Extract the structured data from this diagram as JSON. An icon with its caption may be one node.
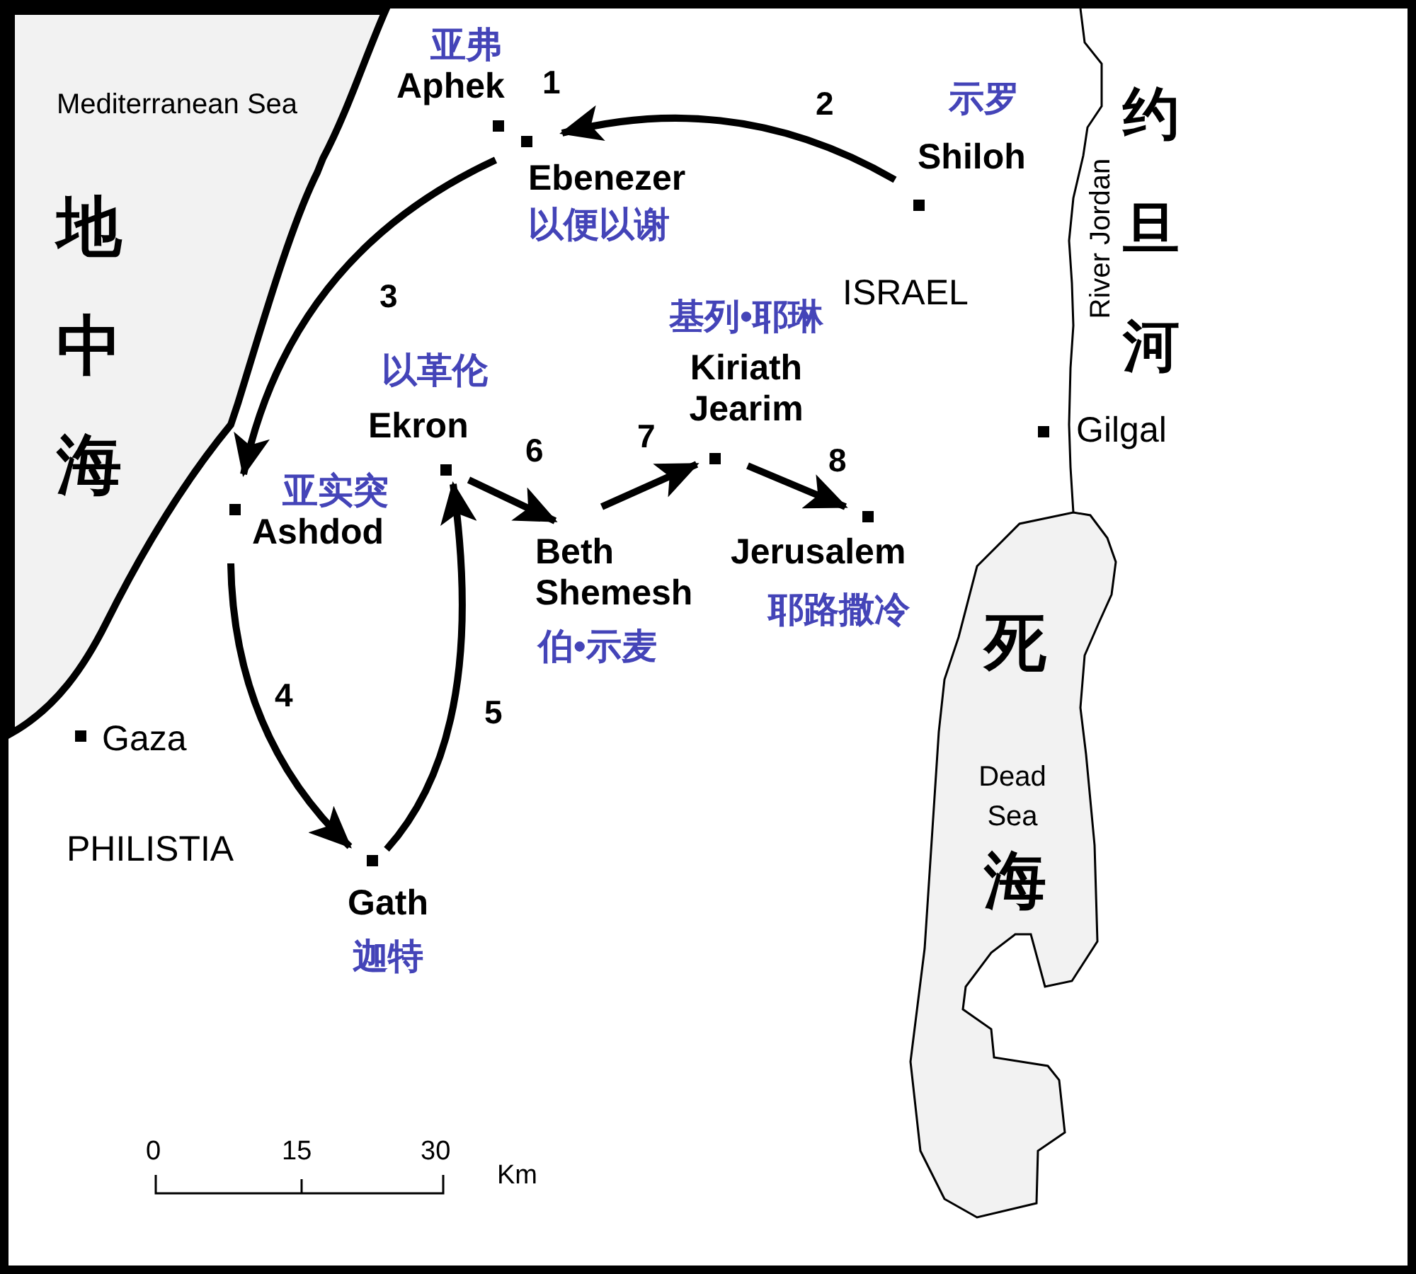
{
  "diagram": {
    "nodes": [
      {
        "text": [
          "亚弗",
          "Aphek"
        ]
      },
      {
        "text": [
          "Ebenezer",
          "以便以谢"
        ]
      },
      {
        "text": [
          "示罗",
          "Shiloh"
        ]
      },
      {
        "text": [
          "基列•耶琳",
          "Kiriath Jearim"
        ]
      },
      {
        "text": [
          "以革伦",
          "Ekron"
        ]
      },
      {
        "text": [
          "Gilgal"
        ]
      },
      {
        "text": [
          "亚实突",
          "Ashdod"
        ]
      },
      {
        "text": [
          "Jerusalem",
          "耶路撒冷"
        ]
      },
      {
        "text": [
          "Beth Shemesh",
          "伯•示麦"
        ]
      },
      {
        "text": [
          "Gaza"
        ]
      },
      {
        "text": [
          "Gath",
          "迦特"
        ]
      }
    ],
    "edges": [
      {
        "from": 2,
        "to": 1,
        "arrow": "to",
        "label": "2"
      },
      {
        "from": 1,
        "to": 6,
        "arrow": "to",
        "label": "3"
      },
      {
        "from": 6,
        "to": 10,
        "arrow": "to",
        "label": "4"
      },
      {
        "from": 10,
        "to": 4,
        "arrow": "to",
        "label": "5"
      },
      {
        "from": 4,
        "to": 8,
        "arrow": "to",
        "label": "6"
      },
      {
        "from": 8,
        "to": 3,
        "arrow": "to",
        "label": "7"
      },
      {
        "from": 3,
        "to": 7,
        "arrow": "to",
        "label": "8"
      }
    ],
    "labels": [
      "Mediterranean Sea",
      "地中海",
      "1",
      "约旦河",
      "River Jordan",
      "ISRAEL",
      "死",
      "Dead Sea",
      "海",
      "PHILISTIA",
      "0",
      "15",
      "30",
      "Km"
    ]
  }
}
